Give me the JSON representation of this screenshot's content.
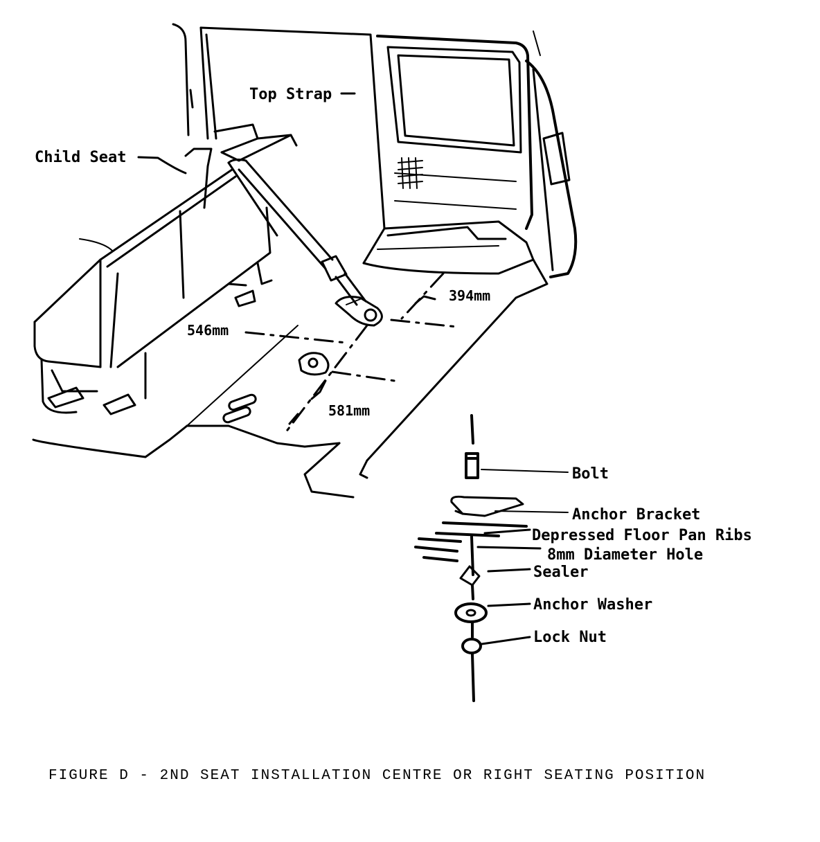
{
  "labels": {
    "top_strap": "Top Strap",
    "child_seat": "Child Seat",
    "dim_394": "394mm",
    "dim_546": "546mm",
    "dim_581": "581mm",
    "bolt": "Bolt",
    "anchor_bracket": "Anchor Bracket",
    "depressed_ribs": "Depressed Floor Pan Ribs",
    "diameter_hole": "8mm Diameter Hole",
    "sealer": "Sealer",
    "anchor_washer": "Anchor Washer",
    "lock_nut": "Lock Nut"
  },
  "caption": "FIGURE D - 2ND SEAT INSTALLATION CENTRE OR RIGHT SEATING POSITION"
}
